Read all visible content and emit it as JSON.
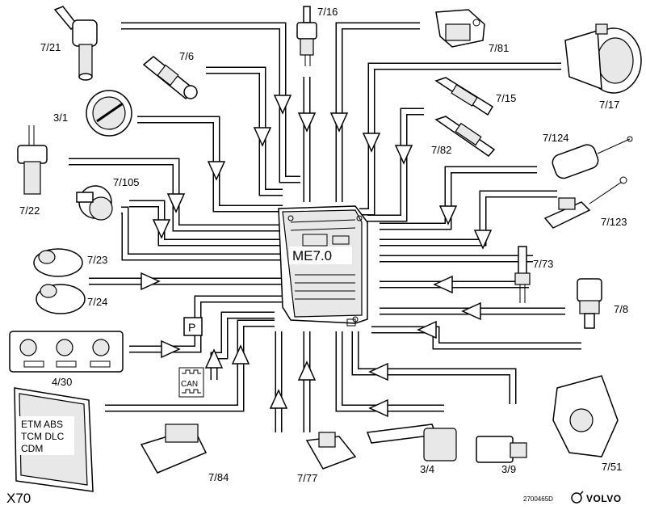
{
  "diagram": {
    "ecu_label": "ME7.0",
    "can_label": "CAN",
    "p_label": "P",
    "module_labels": [
      "ETM ABS",
      "TCM DLC",
      "CDM"
    ],
    "component_labels": {
      "c721": "7/21",
      "c716": "7/16",
      "c781": "7/81",
      "c76": "7/6",
      "c717": "7/17",
      "c715": "7/15",
      "c31": "3/1",
      "c782": "7/82",
      "c7124": "7/124",
      "c722": "7/22",
      "c7105": "7/105",
      "c7123": "7/123",
      "c723": "7/23",
      "c773": "7/73",
      "c724": "7/24",
      "c78": "7/8",
      "c430": "4/30",
      "c784": "7/84",
      "c777": "7/77",
      "c34": "3/4",
      "c39": "3/9",
      "c751": "7/51"
    },
    "footer_left": "X70",
    "footer_code": "2700465D",
    "brand": "VOLVO"
  }
}
